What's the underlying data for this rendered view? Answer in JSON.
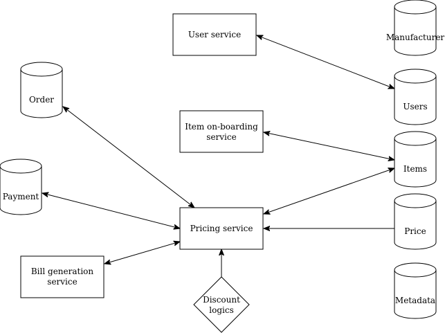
{
  "colors": {
    "stroke": "#000000",
    "fill": "#ffffff",
    "text": "#000000"
  },
  "services": {
    "user_service": "User service",
    "item_onboarding": [
      "Item on-boarding",
      "service"
    ],
    "pricing_service": "Pricing service",
    "bill_generation": [
      "Bill generation",
      "service"
    ]
  },
  "databases": {
    "manufacturer": "Manufacturer",
    "users": "Users",
    "items": "Items",
    "price": "Price",
    "metadata": "Metadata",
    "order": "Order",
    "payment": "Payment"
  },
  "decision": {
    "discount_logics": [
      "Discount",
      "logics"
    ]
  }
}
